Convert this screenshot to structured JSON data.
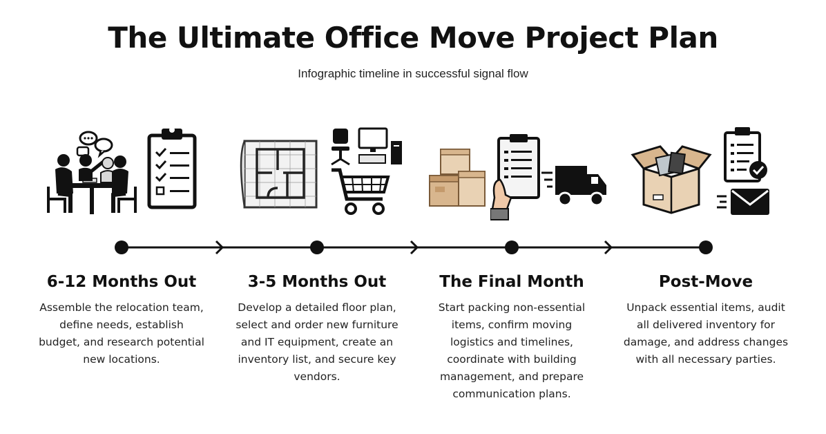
{
  "header": {
    "title": "The Ultimate Office Move Project Plan",
    "subtitle": "Infographic timeline in  successful signal flow"
  },
  "stages": [
    {
      "heading": "6-12 Months Out",
      "text": "Assemble the relocation team, define needs, establish budget, and research potential new locations.",
      "icons": [
        "team-meeting-icon",
        "clipboard-checklist-icon"
      ]
    },
    {
      "heading": "3-5 Months Out",
      "text": "Develop a detailed floor plan, select and order new furniture and IT equipment, create an inventory list, and secure key vendors.",
      "icons": [
        "floor-plan-icon",
        "office-furniture-icon",
        "shopping-cart-icon"
      ]
    },
    {
      "heading": "The Final Month",
      "text": "Start packing non-essential items, confirm moving logistics and timelines, coordinate with building management, and prepare communication plans.",
      "icons": [
        "moving-boxes-icon",
        "hand-clipboard-icon",
        "moving-truck-icon"
      ]
    },
    {
      "heading": "Post-Move",
      "text": "Unpack essential items, audit all delivered inventory for damage, and address changes with all necessary parties.",
      "icons": [
        "open-box-icon",
        "checklist-approved-icon",
        "envelope-icon"
      ]
    }
  ],
  "colors": {
    "ink": "#111111",
    "box_light": "#e9d2b4",
    "box_mid": "#d8b68e",
    "box_dark": "#c49a6c",
    "paper": "#f4f4f4",
    "hand": "#f0c9a8"
  }
}
